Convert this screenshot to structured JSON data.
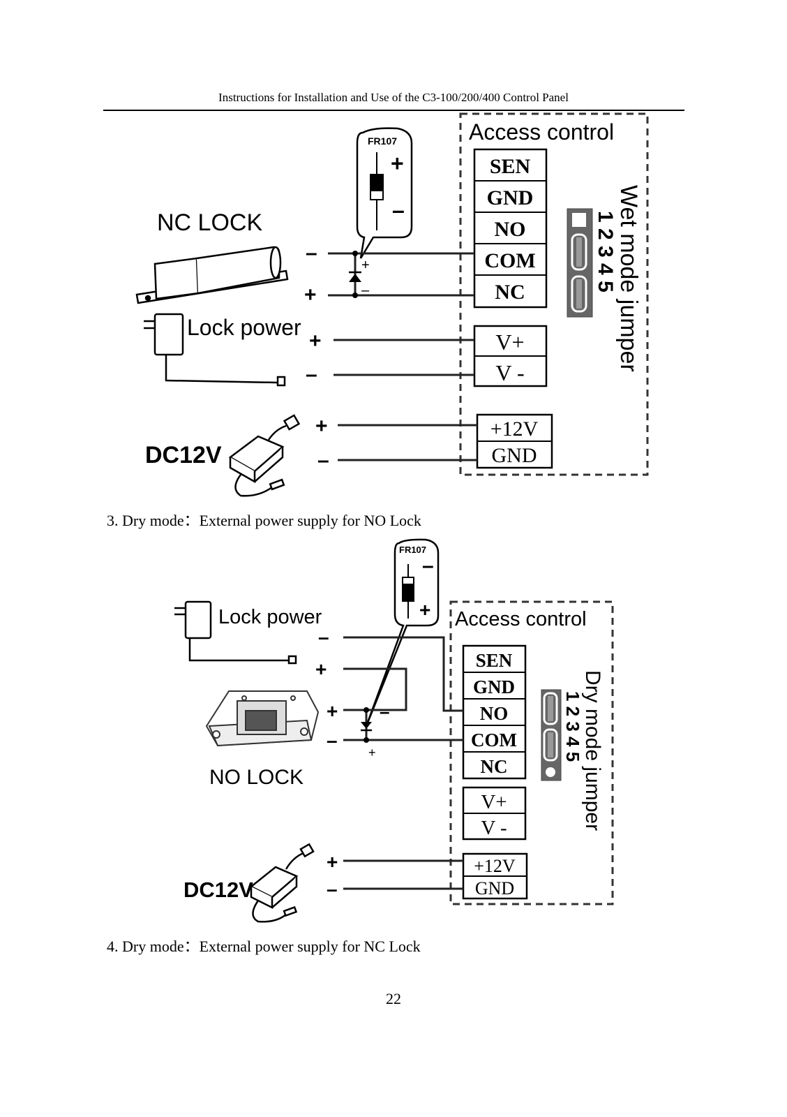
{
  "header": {
    "title": "Instructions for Installation and Use of the C3-100/200/400 Control Panel"
  },
  "diagram1": {
    "diode_label": "FR107",
    "diode_plus": "+",
    "diode_minus": "–",
    "lock_label": "NC LOCK",
    "lock_power_label": "Lock power",
    "dc_label": "DC12V",
    "panel_title": "Access control",
    "terminals": [
      "SEN",
      "GND",
      "NO",
      "COM",
      "NC"
    ],
    "power_terminals": [
      "V+",
      "V -"
    ],
    "supply_terminals": [
      "+12V",
      "GND"
    ],
    "jumper_title": "Wet mode jumper",
    "jumper_numbers": "1 2 3 4 5",
    "polarity": {
      "lock_minus": "–",
      "lock_plus": "+",
      "lp_plus": "+",
      "lp_minus": "–",
      "dc_plus": "+",
      "dc_minus": "–",
      "d_plus": "+",
      "d_minus": "–"
    }
  },
  "caption1": "3. Dry mode：External power supply for NO Lock",
  "diagram2": {
    "diode_label": "FR107",
    "diode_plus": "+",
    "diode_minus": "–",
    "lock_label": "NO LOCK",
    "lock_power_label": "Lock power",
    "dc_label": "DC12V",
    "panel_title": "Access control",
    "terminals": [
      "SEN",
      "GND",
      "NO",
      "COM",
      "NC"
    ],
    "power_terminals": [
      "V+",
      "V -"
    ],
    "supply_terminals": [
      "+12V",
      "GND"
    ],
    "jumper_title": "Dry mode jumper",
    "jumper_numbers": "1 2 3 4 5",
    "polarity": {
      "lp_minus": "–",
      "lp_plus": "+",
      "lock_plus": "+",
      "lock_minus": "–",
      "dc_plus": "+",
      "dc_minus": "–",
      "d_plus": "+",
      "d_minus": "–"
    }
  },
  "caption2": "4. Dry mode：External power supply for NC Lock",
  "page_number": "22"
}
